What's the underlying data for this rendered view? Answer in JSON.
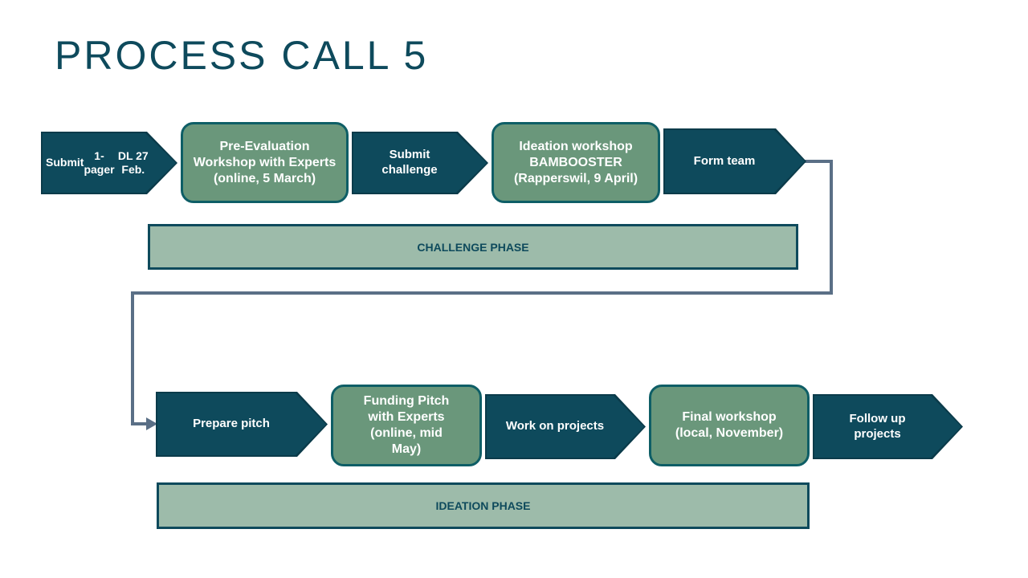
{
  "title": "PROCESS CALL 5",
  "row1": [
    {
      "kind": "chevron",
      "lines": [
        "Submit",
        "1-pager",
        "DL 27 Feb."
      ]
    },
    {
      "kind": "box",
      "text": "Pre-Evaluation Workshop with Experts (online, 5 March)"
    },
    {
      "kind": "chevron",
      "text": "Submit challenge"
    },
    {
      "kind": "box",
      "text": "Ideation workshop BAMBOOSTER (Rapperswil, 9 April)"
    },
    {
      "kind": "chevron",
      "text": "Form team"
    }
  ],
  "phase1": "CHALLENGE PHASE",
  "row2": [
    {
      "kind": "chevron",
      "text": "Prepare pitch"
    },
    {
      "kind": "box",
      "text": "Funding Pitch with Experts (online, mid May)"
    },
    {
      "kind": "chevron",
      "text": "Work on projects"
    },
    {
      "kind": "box",
      "text": "Final workshop (local, November)"
    },
    {
      "kind": "chevron",
      "text": "Follow up projects"
    }
  ],
  "phase2": "IDEATION PHASE",
  "colors": {
    "dark_teal": "#0e4a5c",
    "green_box": "#6a977b",
    "phase_fill": "#9dbbaa",
    "connector": "#5a6f86"
  }
}
